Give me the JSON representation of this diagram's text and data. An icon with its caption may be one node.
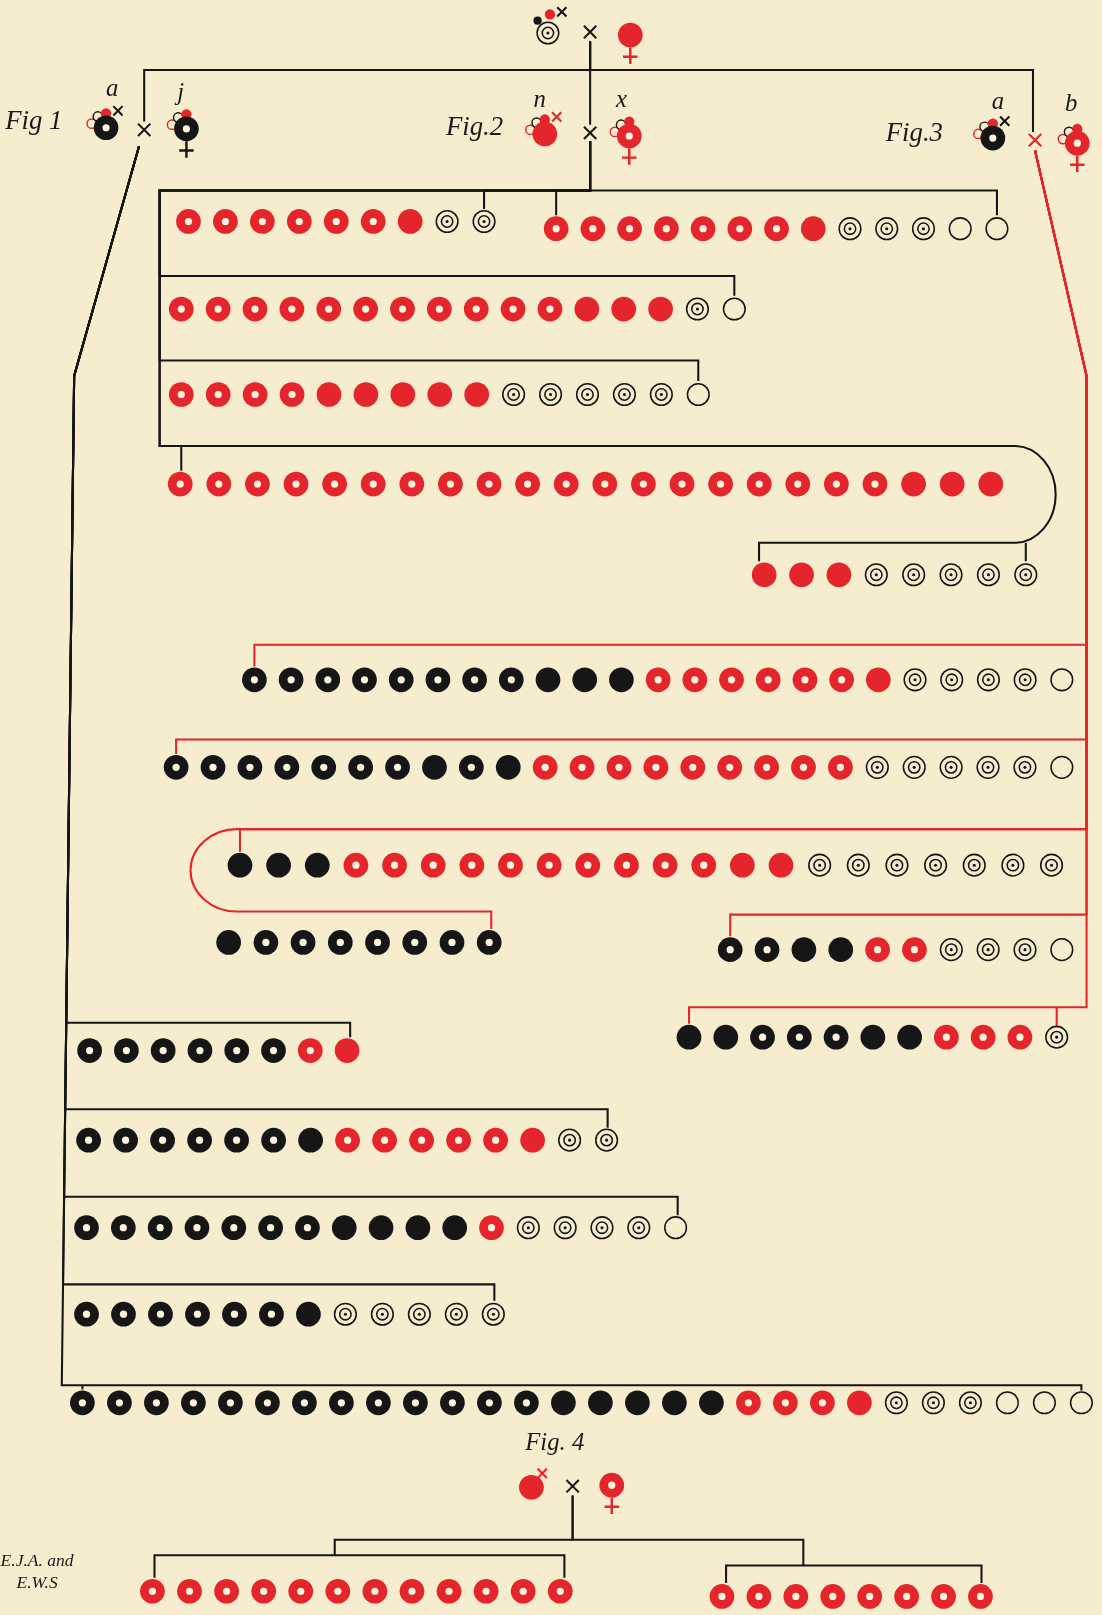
{
  "diagram": {
    "nodes": [
      {
        "text": [],
        "shape": "cross"
      },
      {
        "text": [],
        "shape": "cross"
      },
      {
        "text": [],
        "shape": "cross"
      },
      {
        "text": [],
        "shape": "cross"
      },
      {
        "text": [],
        "shape": "circles"
      },
      {
        "text": [],
        "shape": "circles"
      },
      {
        "text": [],
        "shape": "circles"
      },
      {
        "text": [],
        "shape": "circles"
      },
      {
        "text": [],
        "shape": "circles"
      },
      {
        "text": [],
        "shape": "circles"
      },
      {
        "text": [],
        "shape": "circles"
      },
      {
        "text": [],
        "shape": "circles"
      },
      {
        "text": [],
        "shape": "circles"
      },
      {
        "text": [],
        "shape": "circles"
      },
      {
        "text": [],
        "shape": "circles"
      },
      {
        "text": [],
        "shape": "circles"
      },
      {
        "text": [],
        "shape": "circles"
      },
      {
        "text": [],
        "shape": "circles"
      },
      {
        "text": [],
        "shape": "circles"
      },
      {
        "text": [],
        "shape": "circles"
      },
      {
        "text": [],
        "shape": "circles"
      },
      {
        "text": [],
        "shape": "cross"
      },
      {
        "text": [],
        "shape": "circles"
      },
      {
        "text": [],
        "shape": "circles"
      }
    ],
    "edges": [
      {
        "from": 0,
        "to": 1,
        "arrow": "none"
      },
      {
        "from": 0,
        "to": 3,
        "arrow": "none"
      },
      {
        "from": 0,
        "to": 2,
        "arrow": "none"
      },
      {
        "from": 2,
        "to": 4,
        "arrow": "none"
      },
      {
        "from": 2,
        "to": 5,
        "arrow": "none"
      },
      {
        "from": 2,
        "to": 6,
        "arrow": "none"
      },
      {
        "from": 2,
        "to": 7,
        "arrow": "none"
      },
      {
        "from": 2,
        "to": 8,
        "arrow": "none"
      },
      {
        "from": 2,
        "to": 9,
        "arrow": "none"
      },
      {
        "from": 3,
        "to": 10,
        "arrow": "none",
        "color": "#e4252b"
      },
      {
        "from": 3,
        "to": 11,
        "arrow": "none",
        "color": "#e4252b"
      },
      {
        "from": 3,
        "to": 12,
        "arrow": "none",
        "color": "#e4252b"
      },
      {
        "from": 3,
        "to": 13,
        "arrow": "none",
        "color": "#e4252b"
      },
      {
        "from": 3,
        "to": 14,
        "arrow": "none",
        "color": "#e4252b"
      },
      {
        "from": 3,
        "to": 15,
        "arrow": "none",
        "color": "#e4252b"
      },
      {
        "from": 1,
        "to": 16,
        "arrow": "none"
      },
      {
        "from": 1,
        "to": 17,
        "arrow": "none"
      },
      {
        "from": 1,
        "to": 18,
        "arrow": "none"
      },
      {
        "from": 1,
        "to": 19,
        "arrow": "none"
      },
      {
        "from": 1,
        "to": 20,
        "arrow": "none"
      },
      {
        "from": 21,
        "to": 22,
        "arrow": "none"
      },
      {
        "from": 21,
        "to": 23,
        "arrow": "none"
      }
    ],
    "labels": [
      "Fig 1",
      "a",
      "j",
      "Fig.2",
      "n",
      "x",
      "Fig.3",
      "a",
      "b",
      "Fig. 4",
      "E.J.A. and E.W.S"
    ]
  }
}
